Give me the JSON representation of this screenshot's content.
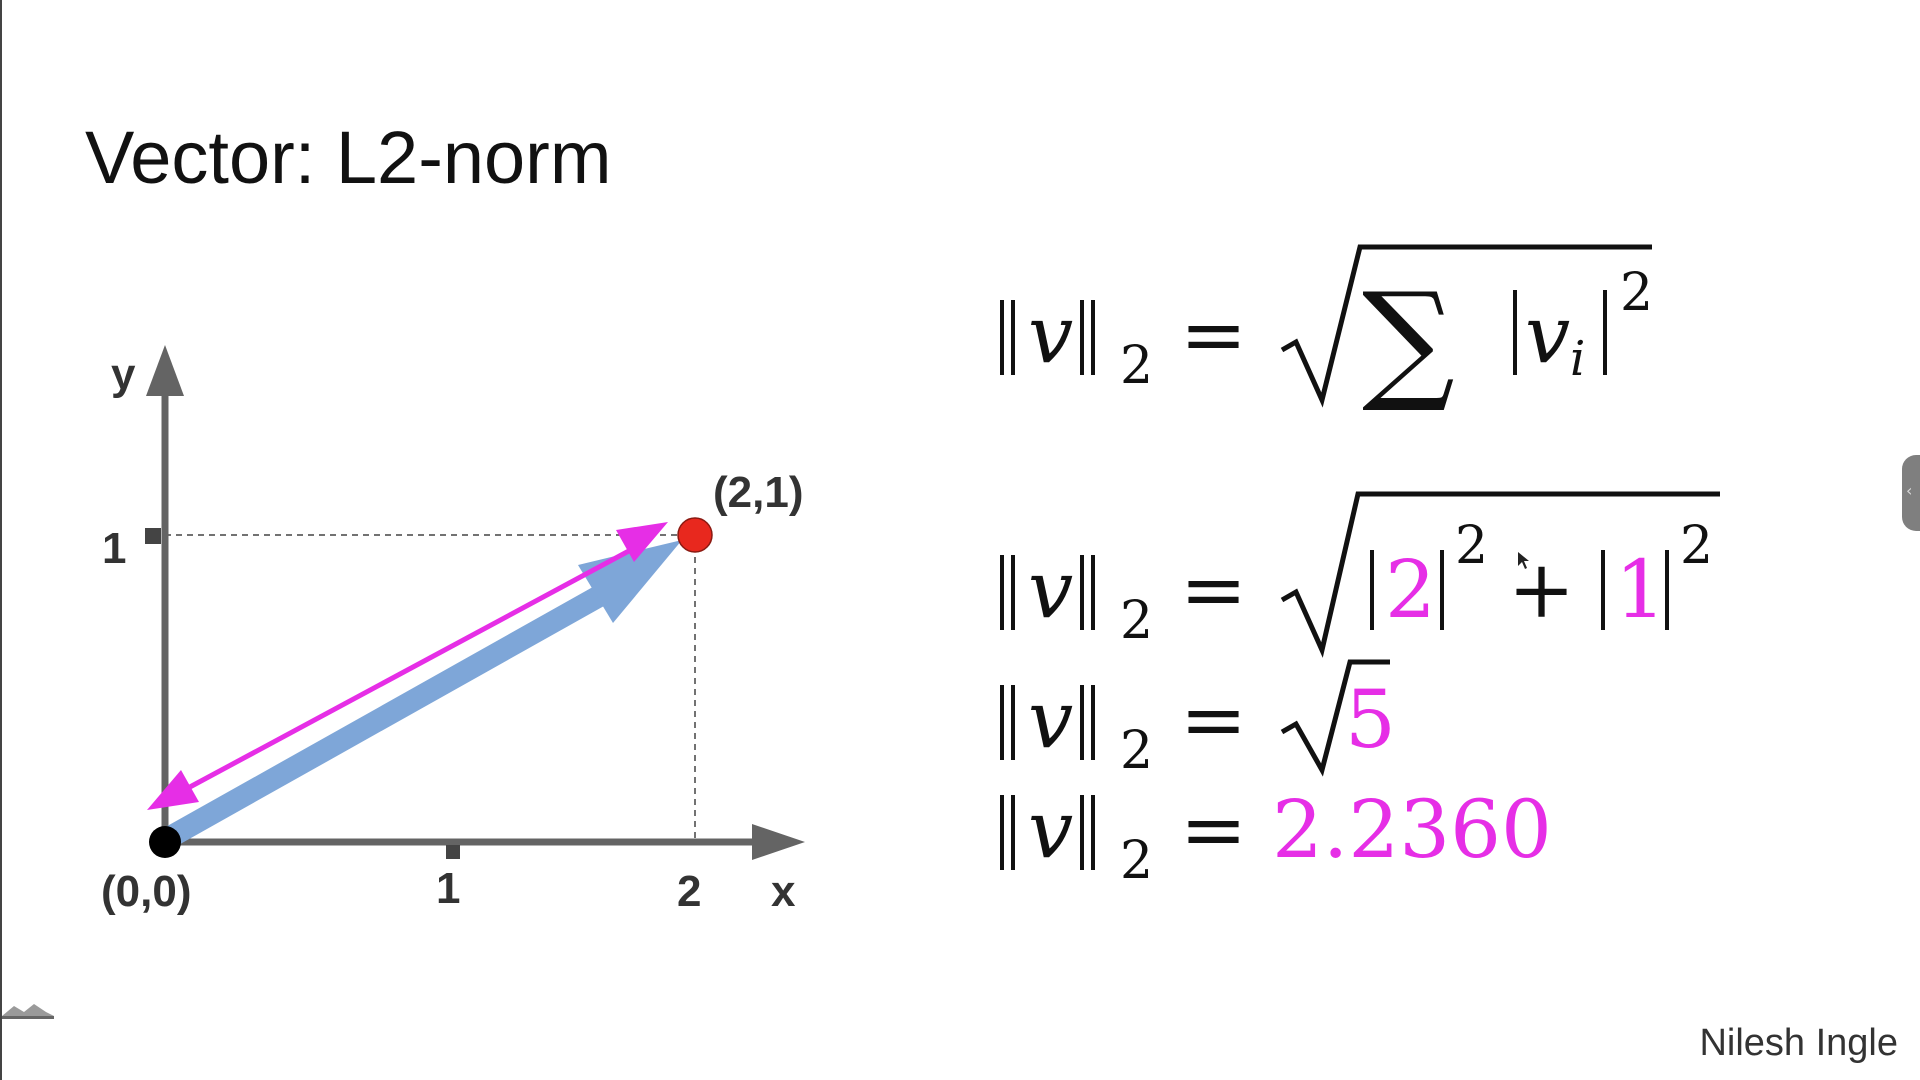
{
  "slide": {
    "title": "Vector: L2-norm",
    "author": "Nilesh Ingle"
  },
  "diagram": {
    "y_axis_label": "y",
    "x_axis_label": "x",
    "y_tick_1": "1",
    "x_tick_1": "1",
    "x_tick_2": "2",
    "origin_label": "(0,0)",
    "point_label": "(2,1)",
    "point": [
      2,
      1
    ],
    "colors": {
      "axis": "#646464",
      "vector": "#7ea6d8",
      "norm_arrow": "#e62ee6",
      "point": "#e8281e",
      "origin": "#000000"
    }
  },
  "equations": {
    "lhs_v": "v",
    "lhs_sub": "2",
    "eq": "=",
    "line1_sum": "∑",
    "line1_vi": "v",
    "line1_i": "i",
    "line1_exp": "2",
    "line2_a": "2",
    "line2_a_exp": "2",
    "line2_plus": "+",
    "line2_b": "1",
    "line2_b_exp": "2",
    "line3_value": "5",
    "line4_value": "2.2360"
  },
  "icons": {
    "side_handle": "chevron-left-icon",
    "logo": "logo-icon"
  }
}
